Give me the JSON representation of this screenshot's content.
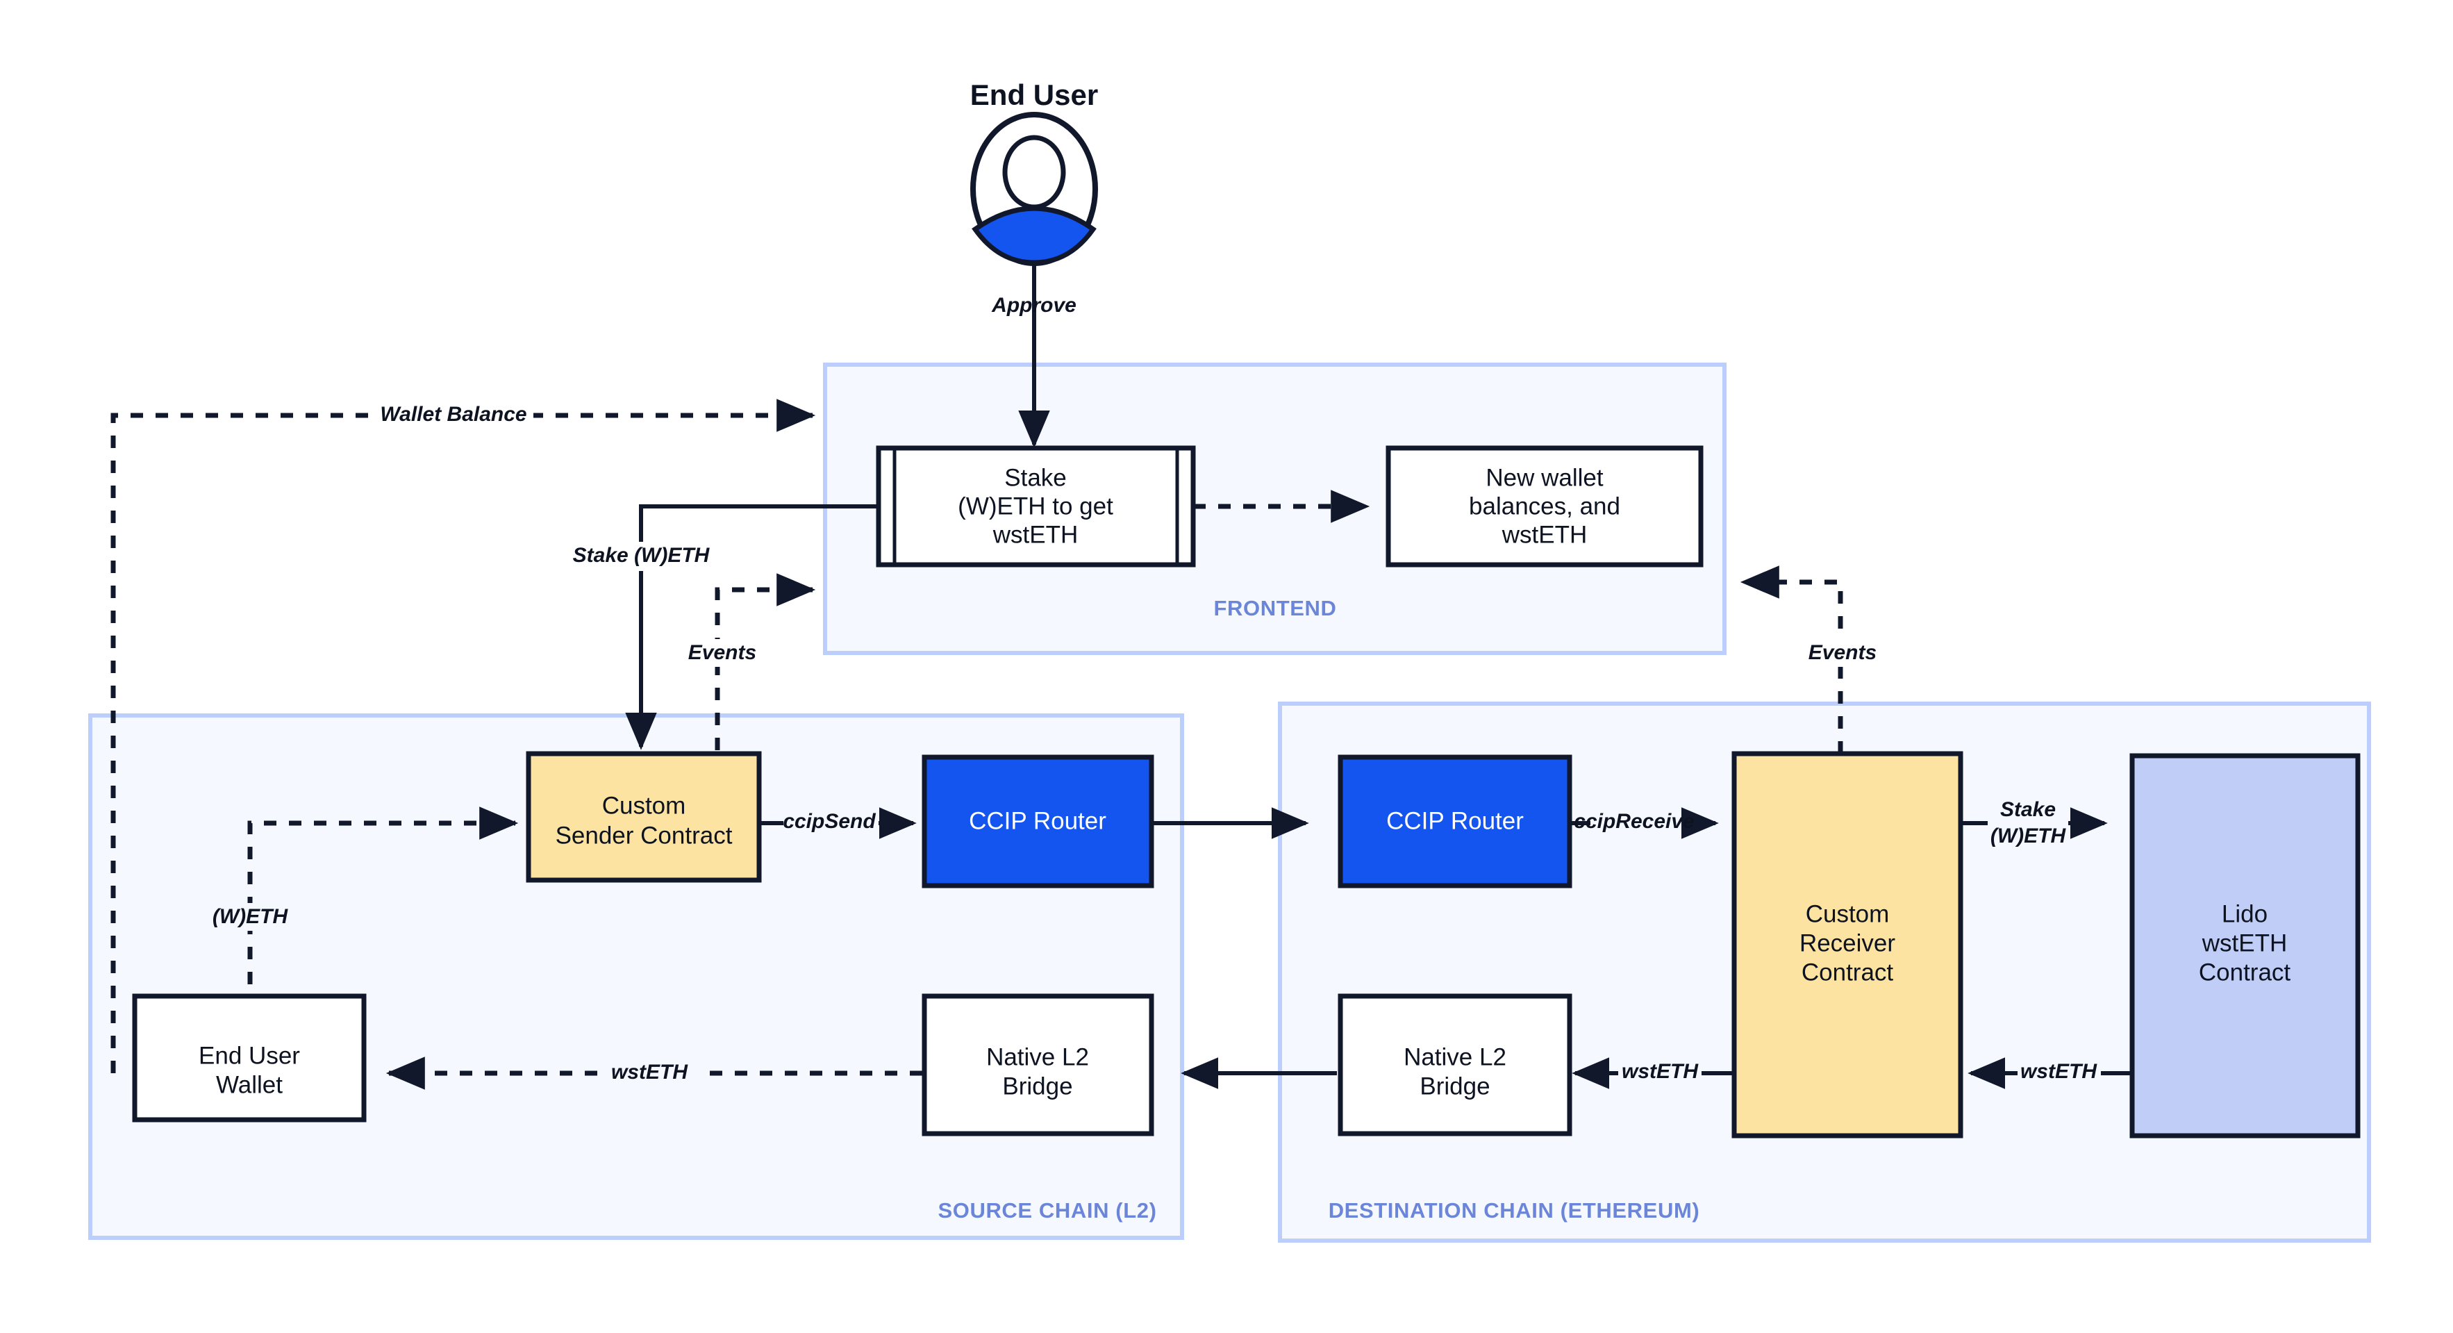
{
  "diagram": {
    "title": "End User",
    "background": "#ffffff"
  },
  "colors": {
    "panel_fill": "#f5f8fe",
    "panel_stroke": "#bcceFB",
    "panel_label": "#6b86d8",
    "node_stroke": "#11182b",
    "contract_yellow": "#fce3a1",
    "ccip_blue": "#1355ee",
    "lido_lavender": "#c0cdf6",
    "line": "#11182b"
  },
  "actor": {
    "label": "End User",
    "icon": "user-avatar-icon"
  },
  "panels": [
    {
      "id": "frontend",
      "label": "FRONTEND"
    },
    {
      "id": "source_chain",
      "label": "SOURCE CHAIN (L2)"
    },
    {
      "id": "destination_chain",
      "label": "DESTINATION CHAIN (ETHEREUM)"
    }
  ],
  "nodes": {
    "stake_form": {
      "line1": "Stake",
      "line2": "(W)ETH to get",
      "line3": "wstETH"
    },
    "new_balances": {
      "line1": "New wallet",
      "line2": "balances, and",
      "line3": "wstETH"
    },
    "custom_sender": {
      "line1": "Custom",
      "line2": "Sender Contract"
    },
    "ccip_router_source": {
      "line1": "CCIP Router"
    },
    "ccip_router_dest": {
      "line1": "CCIP Router"
    },
    "end_user_wallet": {
      "line1": "End User",
      "line2": "Wallet"
    },
    "native_bridge_source": {
      "line1": "Native L2",
      "line2": "Bridge"
    },
    "native_bridge_dest": {
      "line1": "Native L2",
      "line2": "Bridge"
    },
    "custom_receiver": {
      "line1": "Custom",
      "line2": "Receiver",
      "line3": "Contract"
    },
    "lido_contract": {
      "line1": "Lido",
      "line2": "wstETH",
      "line3": "Contract"
    }
  },
  "edges": {
    "approve": "Approve",
    "wallet_balance": "Wallet Balance",
    "stake_weth_source": "Stake (W)ETH",
    "events_source": "Events",
    "events_dest": "Events",
    "ccip_send": "ccipSend",
    "ccip_receive": "ccipReceive",
    "weth_wallet": "(W)ETH",
    "wsteth_source": "wstETH",
    "wsteth_dest_bridge": "wstETH",
    "wsteth_lido": "wstETH",
    "stake_weth_dest_l1": "Stake",
    "stake_weth_dest_l2": "(W)ETH"
  }
}
